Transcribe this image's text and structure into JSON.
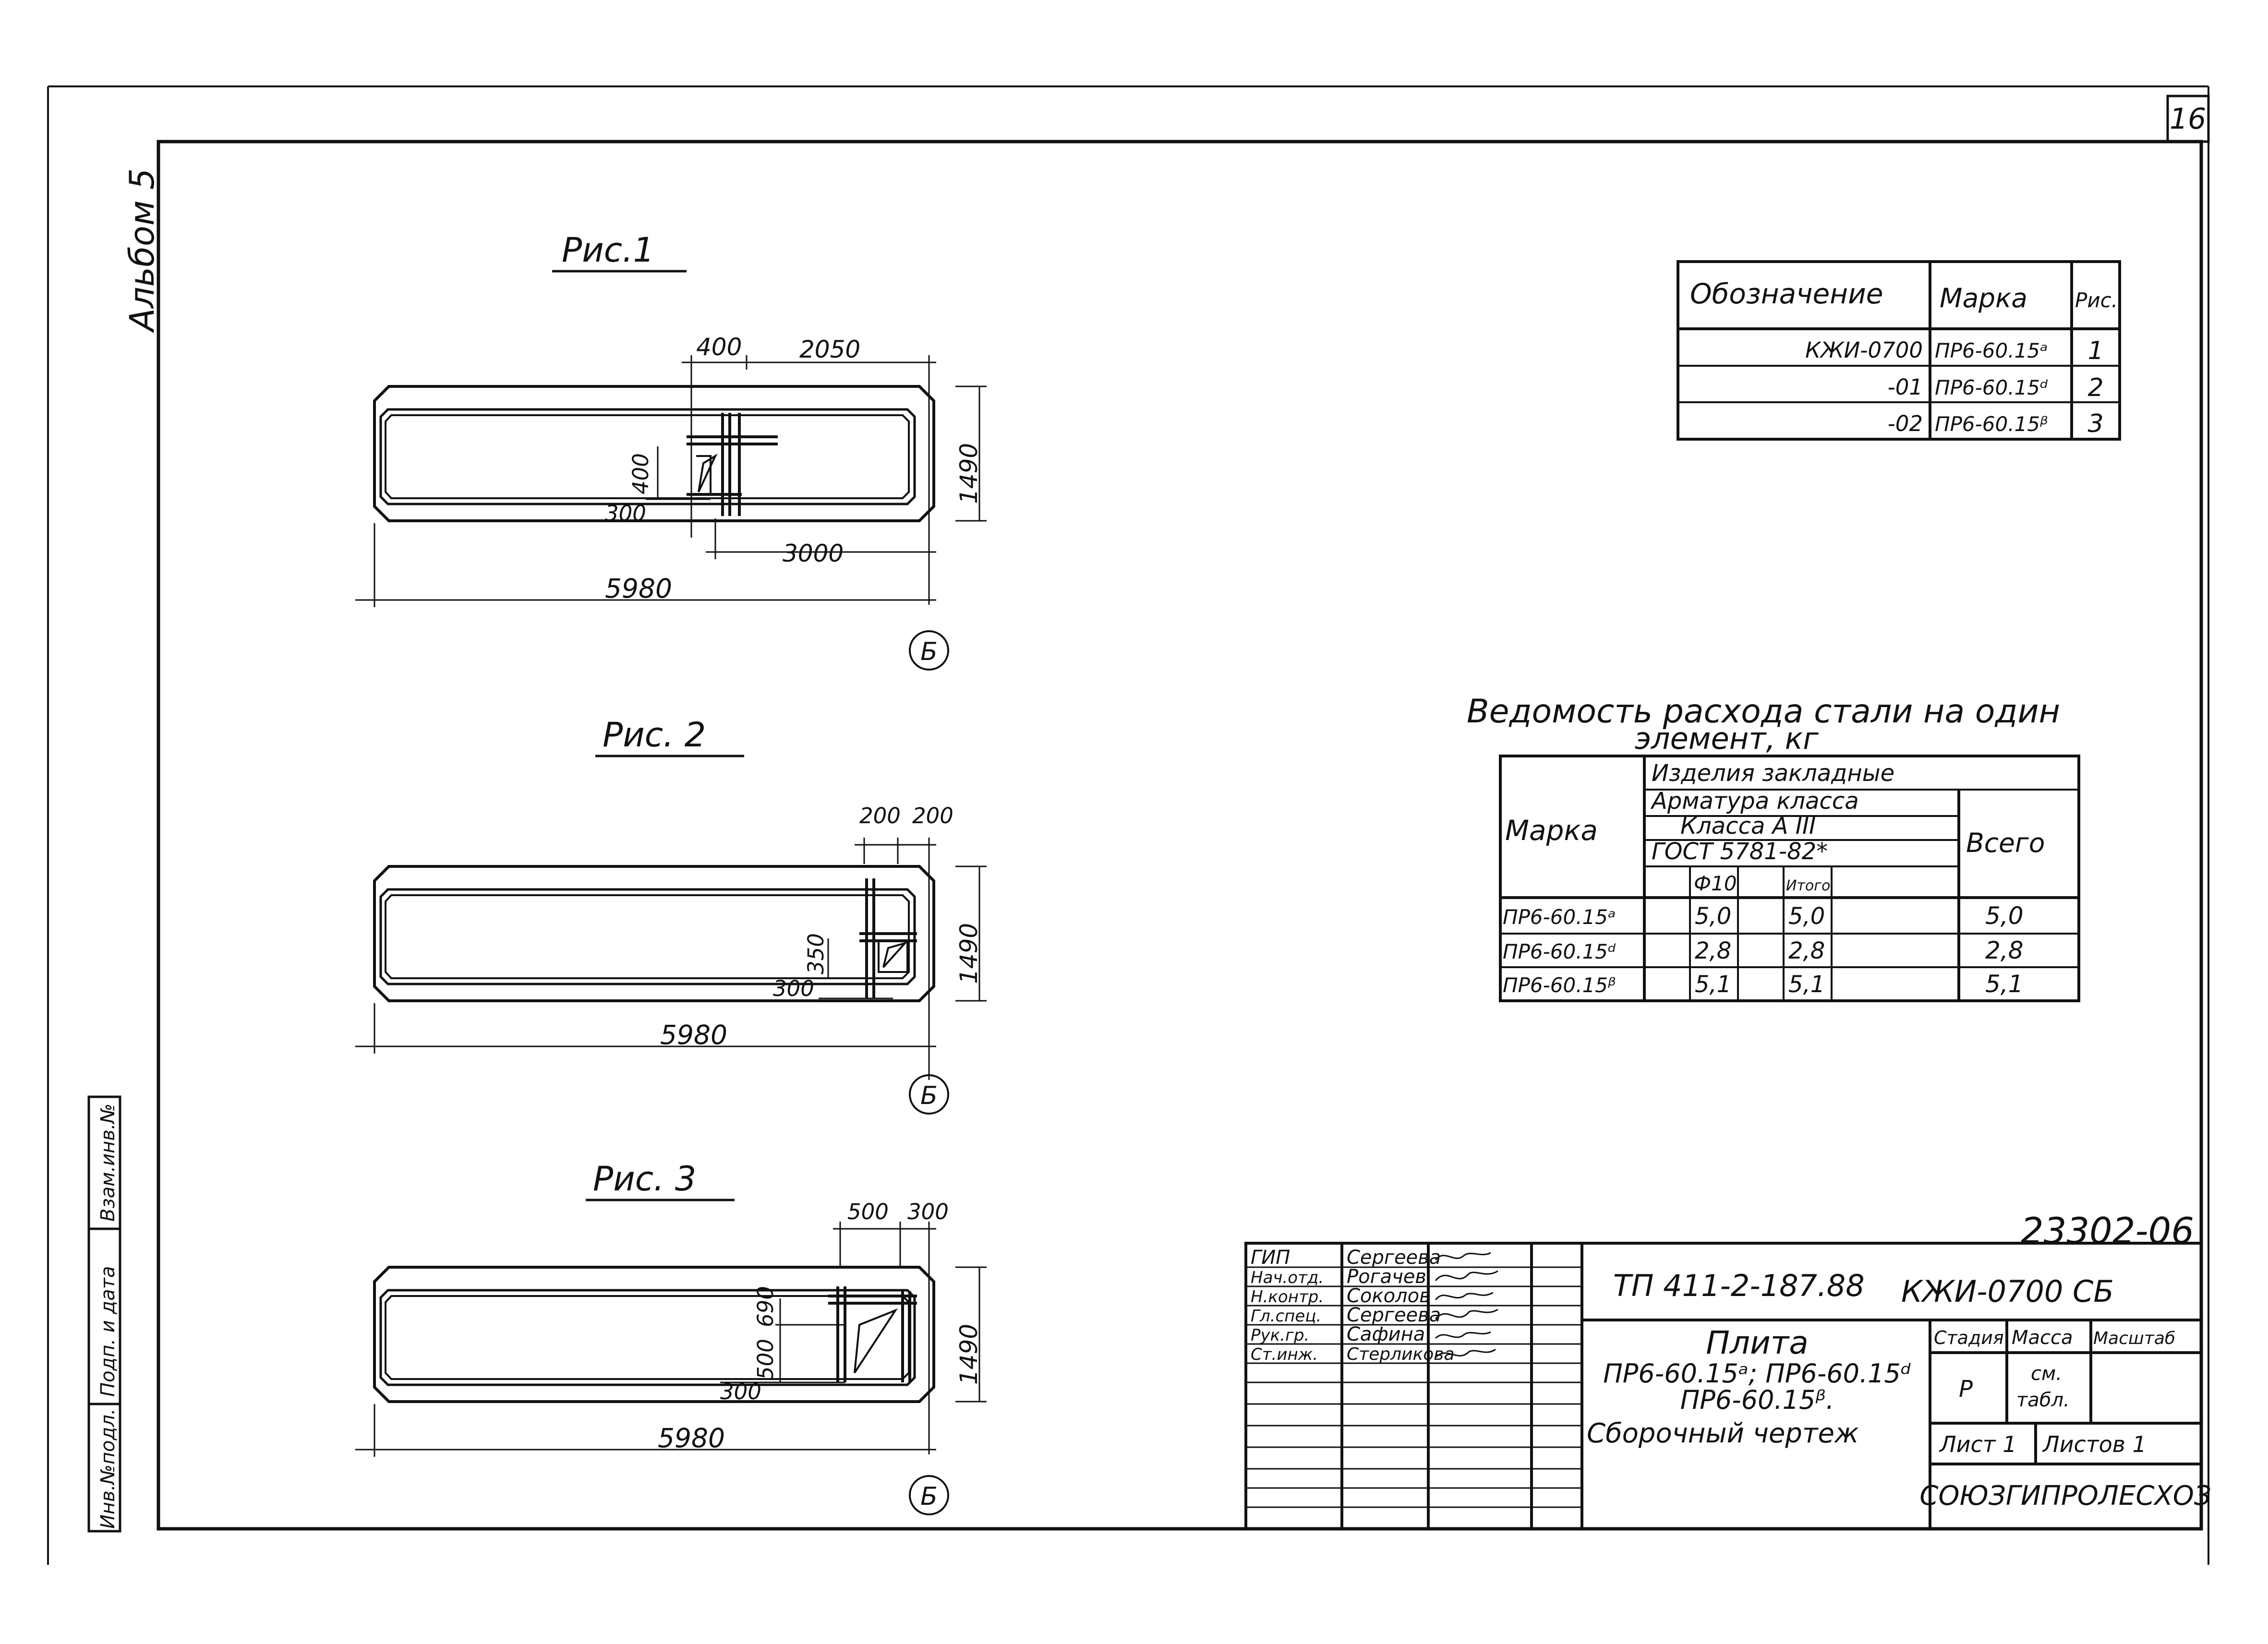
{
  "page_number": "16",
  "album_label": "Альбом 5",
  "side_stamp": [
    "Инв.№подл.",
    "Подп. и дата",
    "Взам.инв.№"
  ],
  "figures": [
    {
      "title": "Рис.1",
      "dims": [
        "400",
        "2050",
        "400",
        "300",
        "3000",
        "5980",
        "1490"
      ],
      "axis": "Б"
    },
    {
      "title": "Рис. 2",
      "dims": [
        "200",
        "200",
        "350",
        "300",
        "5980",
        "1490"
      ],
      "axis": "Б"
    },
    {
      "title": "Рис. 3",
      "dims": [
        "500",
        "300",
        "500",
        "690",
        "300",
        "5980",
        "1490"
      ],
      "axis": "Б"
    }
  ],
  "designation_table": {
    "headers": [
      "Обозначение",
      "Марка",
      "Рис."
    ],
    "rows": [
      [
        "КЖИ-0700",
        "ПР6-60.15ᵃ",
        "1"
      ],
      [
        "-01",
        "ПР6-60.15ᵈ",
        "2"
      ],
      [
        "-02",
        "ПР6-60.15ᵝ",
        "3"
      ]
    ]
  },
  "steel_table": {
    "title_line1": "Ведомость расхода стали на один",
    "title_line2": "элемент, кг",
    "col_marka": "Марка",
    "group1": "Изделия закладные",
    "group2": "Арматура класса",
    "group3": "Класса А III",
    "group4": "ГОСТ 5781-82*",
    "sub1": "Ф10",
    "sub2": "Итого",
    "col_total": "Всего",
    "rows": [
      [
        "ПР6-60.15ᵃ",
        "5,0",
        "5,0",
        "5,0"
      ],
      [
        "ПР6-60.15ᵈ",
        "2,8",
        "2,8",
        "2,8"
      ],
      [
        "ПР6-60.15ᵝ",
        "5,1",
        "5,1",
        "5,1"
      ]
    ]
  },
  "doc_number": "23302-06",
  "title_block": {
    "roles": [
      "ГИП",
      "Нач.отд.",
      "Н.контр.",
      "Гл.спец.",
      "Рук.гр.",
      "Ст.инж."
    ],
    "names": [
      "Сергеева",
      "Рогачев",
      "Соколов",
      "Сергеева",
      "Сафина",
      "Стерликова"
    ],
    "project": "ТП 411-2-187.88",
    "code": "КЖИ-0700 СБ",
    "name_line1": "Плита",
    "name_line2": "ПР6-60.15ᵃ; ПР6-60.15ᵈ",
    "name_line3": "ПР6-60.15ᵝ.",
    "name_line4": "Сборочный чертеж",
    "stage_h": "Стадия",
    "mass_h": "Масса",
    "scale_h": "Масштаб",
    "stage_v": "Р",
    "mass_v1": "см.",
    "mass_v2": "табл.",
    "sheet": "Лист 1",
    "sheets": "Листов 1",
    "org": "СОЮЗГИПРОЛЕСХОЗ"
  }
}
